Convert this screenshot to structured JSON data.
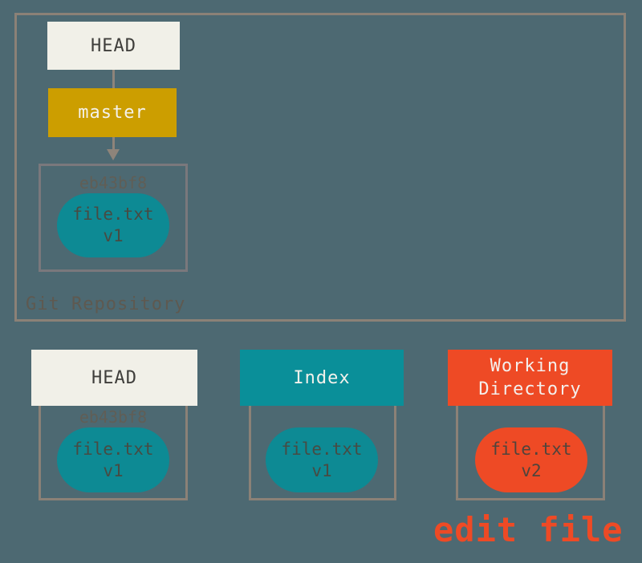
{
  "colors": {
    "background": "#4d6972",
    "border_taupe": "#8b8177",
    "commit_border_gray": "#7a787c",
    "offwhite": "#f1f0e8",
    "gold": "#cc9e00",
    "teal": "#0a8f99",
    "teal_bubble": "#0d8a94",
    "orange": "#ee4a25",
    "dark_text": "#3f3e3b",
    "hash_text": "#605e56",
    "repo_label_text": "#5e5950"
  },
  "repository": {
    "label": "Git Repository",
    "head_label": "HEAD",
    "branch_label": "master",
    "commit": {
      "hash": "eb43bf8",
      "file": "file.txt",
      "version": "v1"
    }
  },
  "areas": {
    "head": {
      "title": "HEAD",
      "hash": "eb43bf8",
      "file": "file.txt",
      "version": "v1"
    },
    "index": {
      "title": "Index",
      "file": "file.txt",
      "version": "v1"
    },
    "working": {
      "title": "Working Directory",
      "file": "file.txt",
      "version": "v2"
    }
  },
  "annotation": "edit file"
}
